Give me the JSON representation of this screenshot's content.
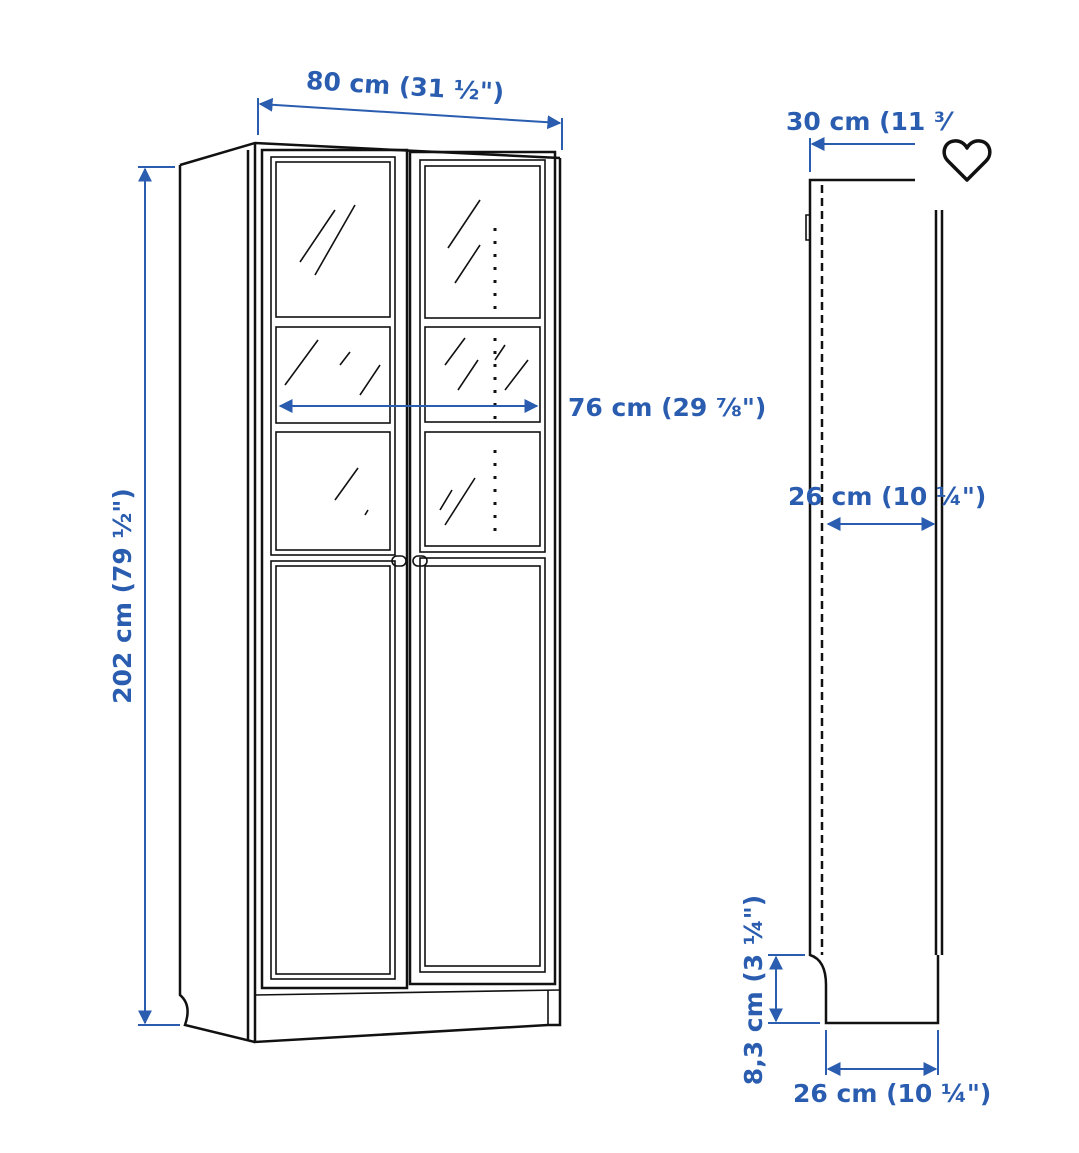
{
  "dimensions": {
    "width": "80 cm (31 ½\")",
    "height": "202 cm (79 ½\")",
    "inner_width": "76 cm (29 ⅞\")",
    "depth": "30 cm (11 ³⁄",
    "inner_depth": "26 cm (10 ¼\")",
    "plinth_height": "8,3 cm (3 ¼\")",
    "base_depth": "26 cm (10 ¼\")"
  },
  "icons": {
    "favorite": "heart-outline-icon"
  },
  "colors": {
    "dimension": "#2a5db0",
    "line": "#111111"
  }
}
